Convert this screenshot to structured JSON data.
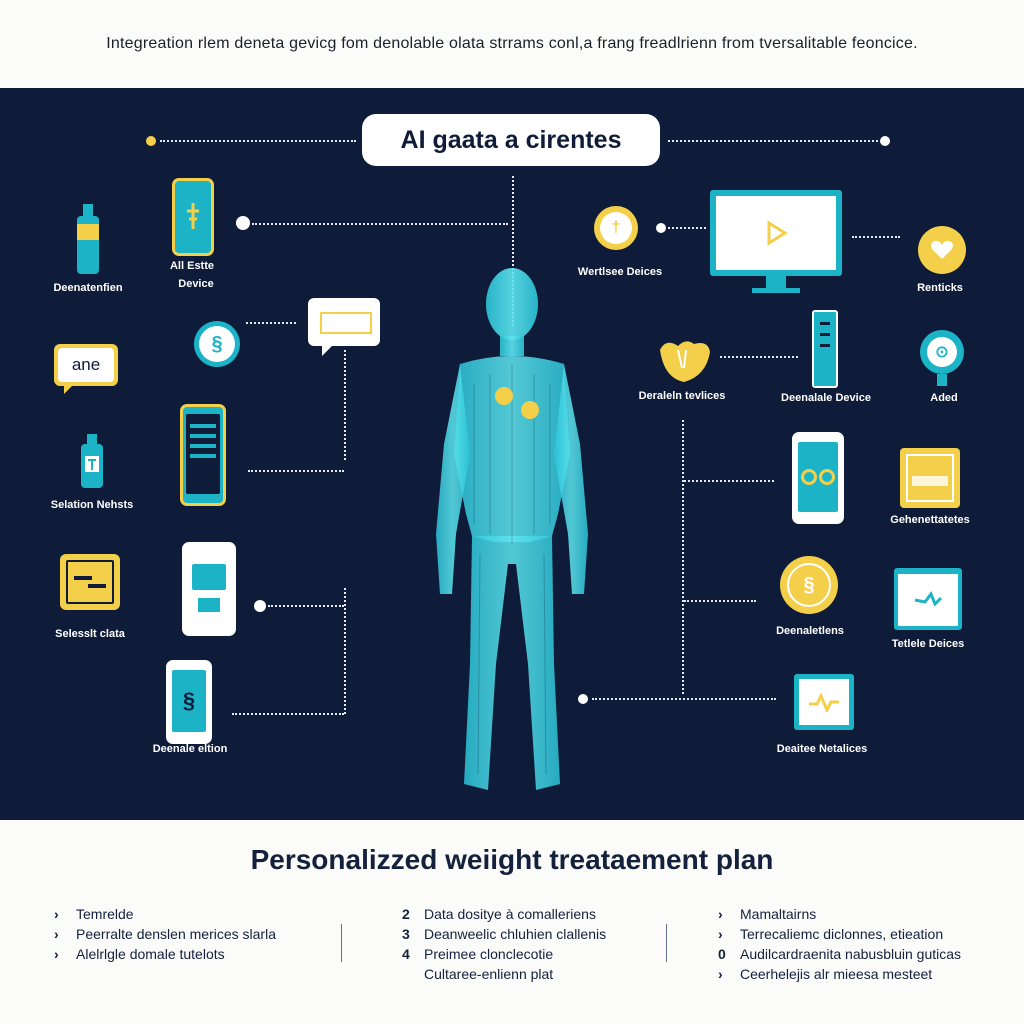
{
  "top_caption": "Integreation rlem deneta gevicg fom denolable olata strrams conl,a frang freadlrienn from tversalitable feoncice.",
  "diagram_title": "AI gaata a cirentes",
  "left_labels": {
    "l1": "Deenatenfien",
    "l2": "All Estte",
    "l2b": "Device",
    "l3": "Selation Nehsts",
    "l4": "Selesslt clata",
    "l5": "Deenale eltion"
  },
  "right_labels": {
    "r1": "Wertlsee Deices",
    "r2": "Renticks",
    "r3": "Deraleln tevlices",
    "r4": "Deenalale Device",
    "r5": "Aded",
    "r6": "Gehenettatetes",
    "r7": "Deenaletlens",
    "r8": "Tetlele Deices",
    "r9": "Deaitee Netalices"
  },
  "speech_bubble_text": "ane",
  "plan": {
    "title": "Personalizzed weiight treataement plan",
    "col1": [
      {
        "mark": "›",
        "text": "Temrelde"
      },
      {
        "mark": "›",
        "text": "Peerralte denslen merices slarla"
      },
      {
        "mark": "›",
        "text": "Alelrlgle domale tutelots"
      }
    ],
    "col2": [
      {
        "mark": "2",
        "text": "Data dositye à comalleriens"
      },
      {
        "mark": "3",
        "text": "Deanweelic chluhien clallenis"
      },
      {
        "mark": "4",
        "text": "Preimee clonclecotie"
      },
      {
        "mark": "",
        "text": "Cultaree-enlienn plat"
      }
    ],
    "col3": [
      {
        "mark": "›",
        "text": "Mamaltairns"
      },
      {
        "mark": "›",
        "text": "Terrecaliemc diclonnes, etieation"
      },
      {
        "mark": "0",
        "text": "Audilcardraenita nabusbluin guticas"
      },
      {
        "mark": "›",
        "text": "Ceerhelejis alr mieesa mesteet"
      }
    ]
  },
  "colors": {
    "panel": "#0e1c3a",
    "accent_yellow": "#f4cf4a",
    "accent_teal": "#1db3c7",
    "body_cyan": "#3fd6e6"
  }
}
